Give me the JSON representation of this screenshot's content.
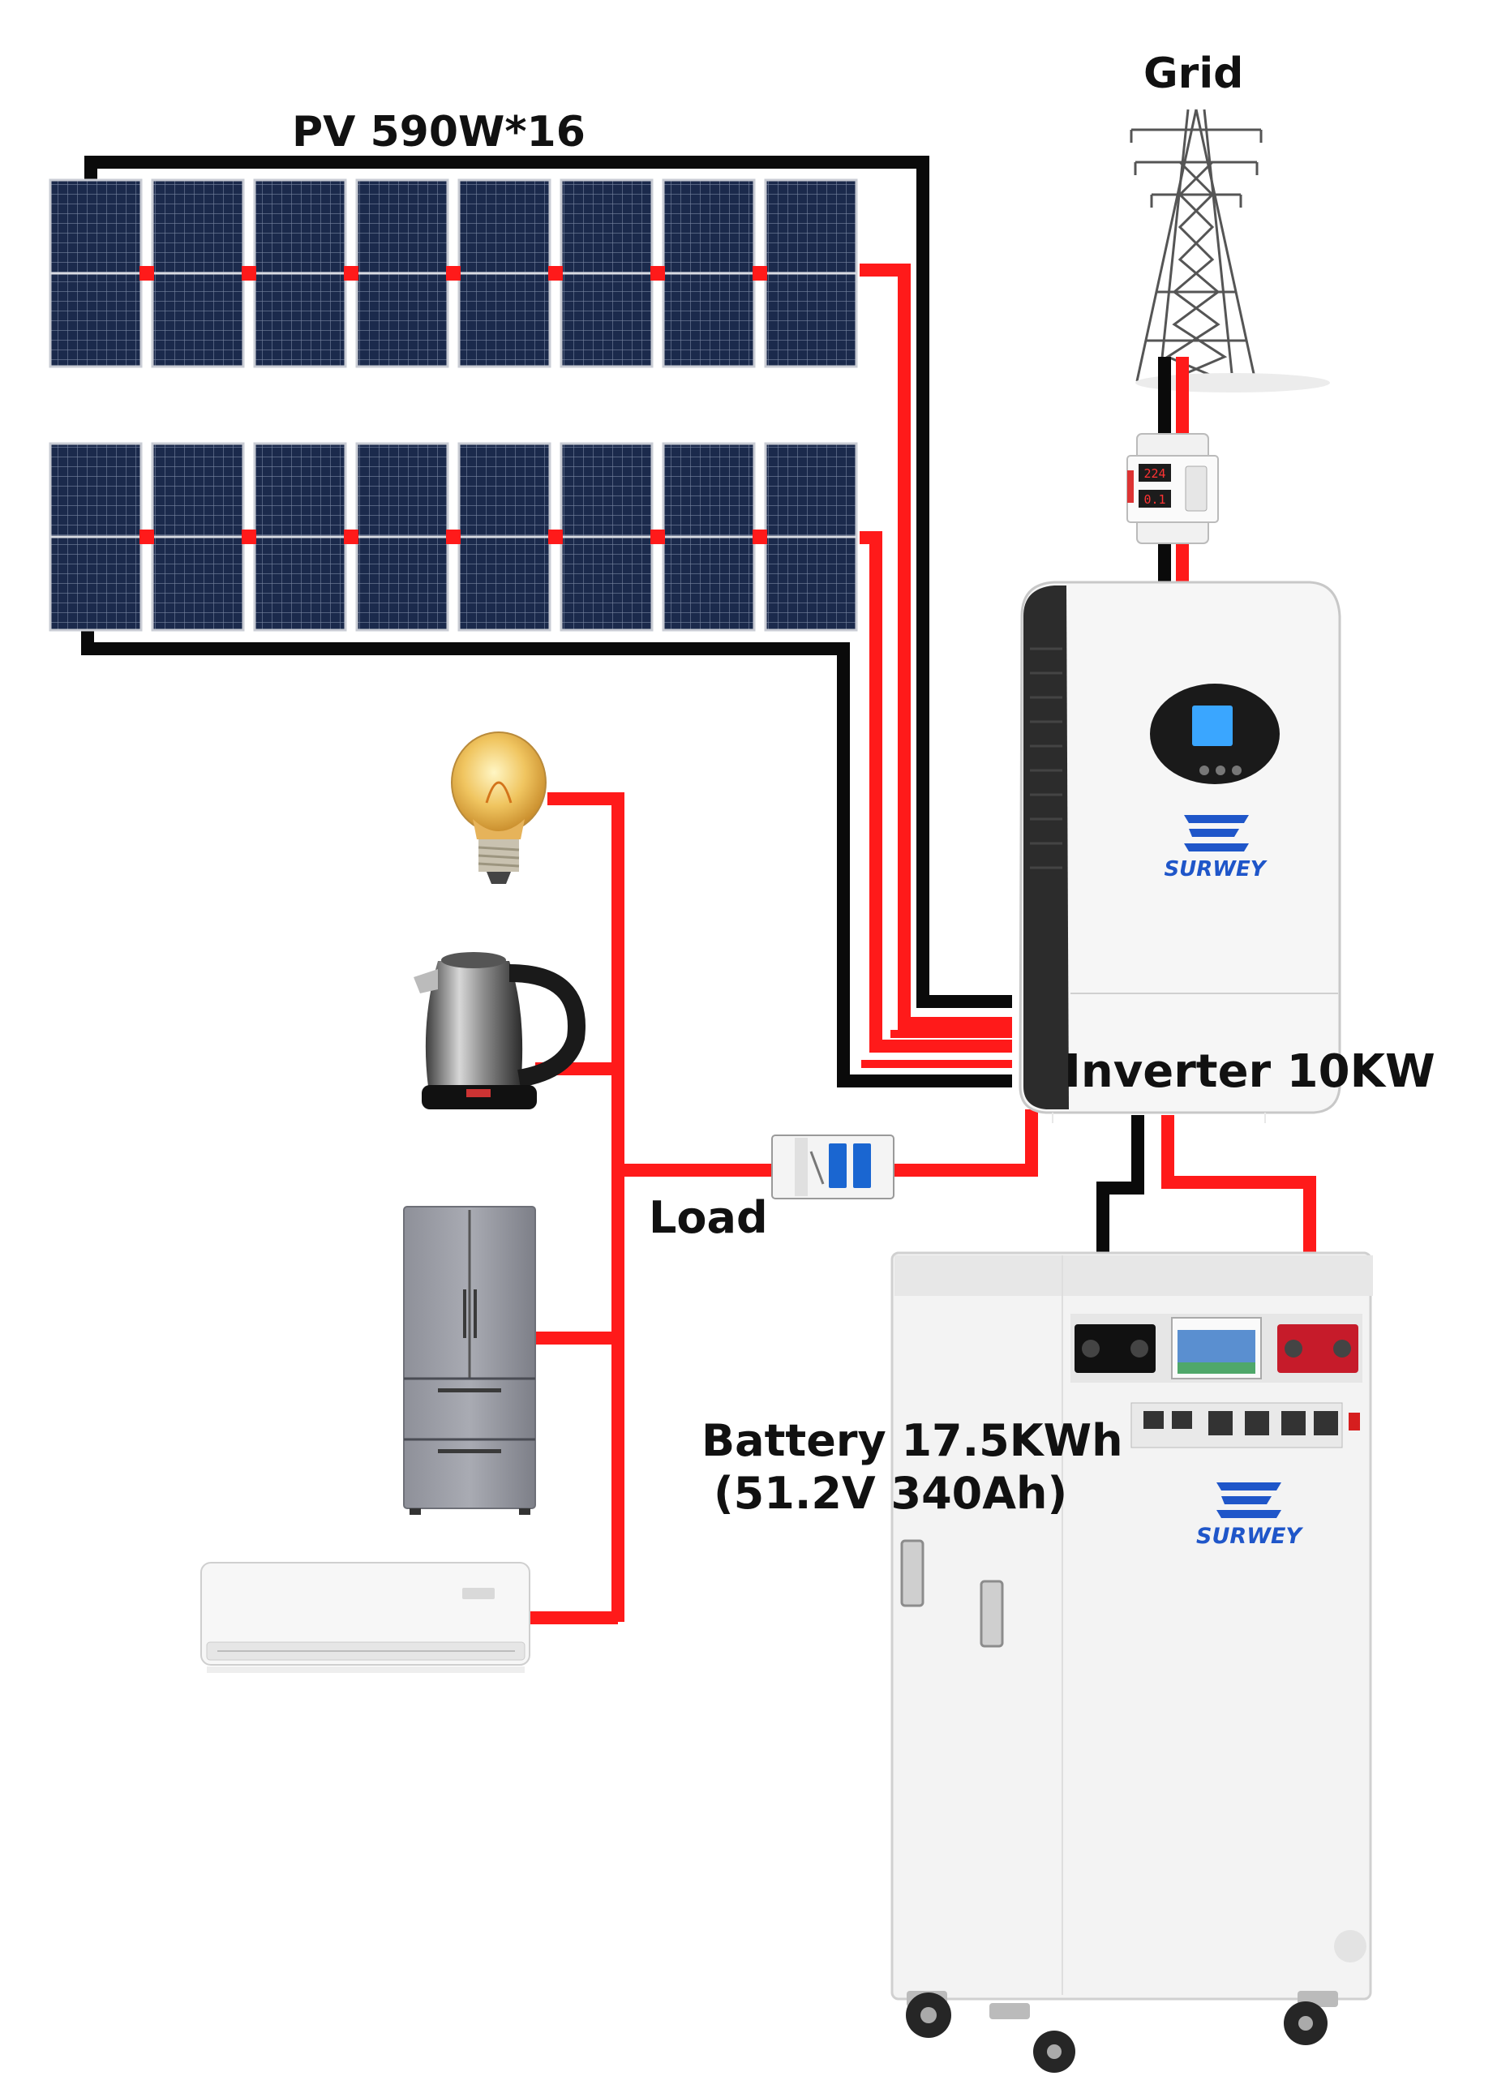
{
  "labels": {
    "pv": "PV 590W*16",
    "grid": "Grid",
    "inverter": "Inverter 10KW",
    "load": "Load",
    "battery_line1": "Battery 17.5KWh",
    "battery_line2": "(51.2V 340Ah)"
  },
  "brand": {
    "inverter_logo": "SURWEY",
    "battery_logo": "SURWEY",
    "meter_reading_1": "224",
    "meter_reading_2": "0.1"
  },
  "panels": {
    "rows": 2,
    "per_row": 8
  },
  "loads": [
    "light-bulb",
    "electric-kettle",
    "refrigerator",
    "air-conditioner"
  ],
  "colors": {
    "positive_wire": "#ff1a1a",
    "negative_wire": "#0a0a0a",
    "panel": "#1b2a4c",
    "brand_blue": "#1f56c9",
    "screen": "#3aa6ff"
  }
}
